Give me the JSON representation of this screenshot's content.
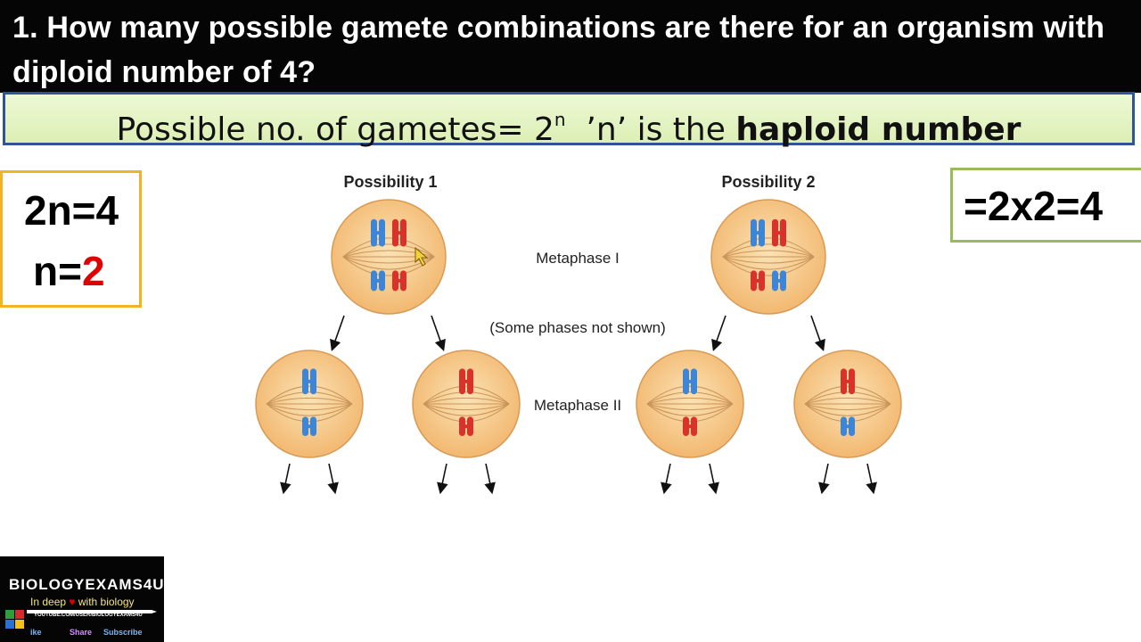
{
  "title": {
    "question": "1. How many possible gamete combinations are there for an organism with diploid number of 4?"
  },
  "formula": {
    "prefix": "Possible no. of gametes= 2",
    "exponent": "n",
    "middle": "  ’n’ is the ",
    "bold": "haploid number"
  },
  "left_box": {
    "line1": "2n=4",
    "line2_prefix": "n=",
    "line2_value": "2",
    "accent_color": "#e00000"
  },
  "right_box": {
    "text": "=2x2=4"
  },
  "diagram": {
    "possibility_1": "Possibility 1",
    "possibility_2": "Possibility 2",
    "metaphase_1": "Metaphase I",
    "phases_note": "(Some phases not shown)",
    "metaphase_2": "Metaphase II",
    "colors": {
      "blue": "#3b86d8",
      "red": "#d9322b",
      "cell": "#f6c98a"
    }
  },
  "logo": {
    "brand": "BIOLOGYEXAMS4U",
    "tagline_prefix": "In deep",
    "tagline_suffix": "with biology",
    "url": "YOUTUBE.COM/USER/BIOLOGYEXAMS4U",
    "like": "ike",
    "share": "Share",
    "subscribe": "Subscribe"
  }
}
